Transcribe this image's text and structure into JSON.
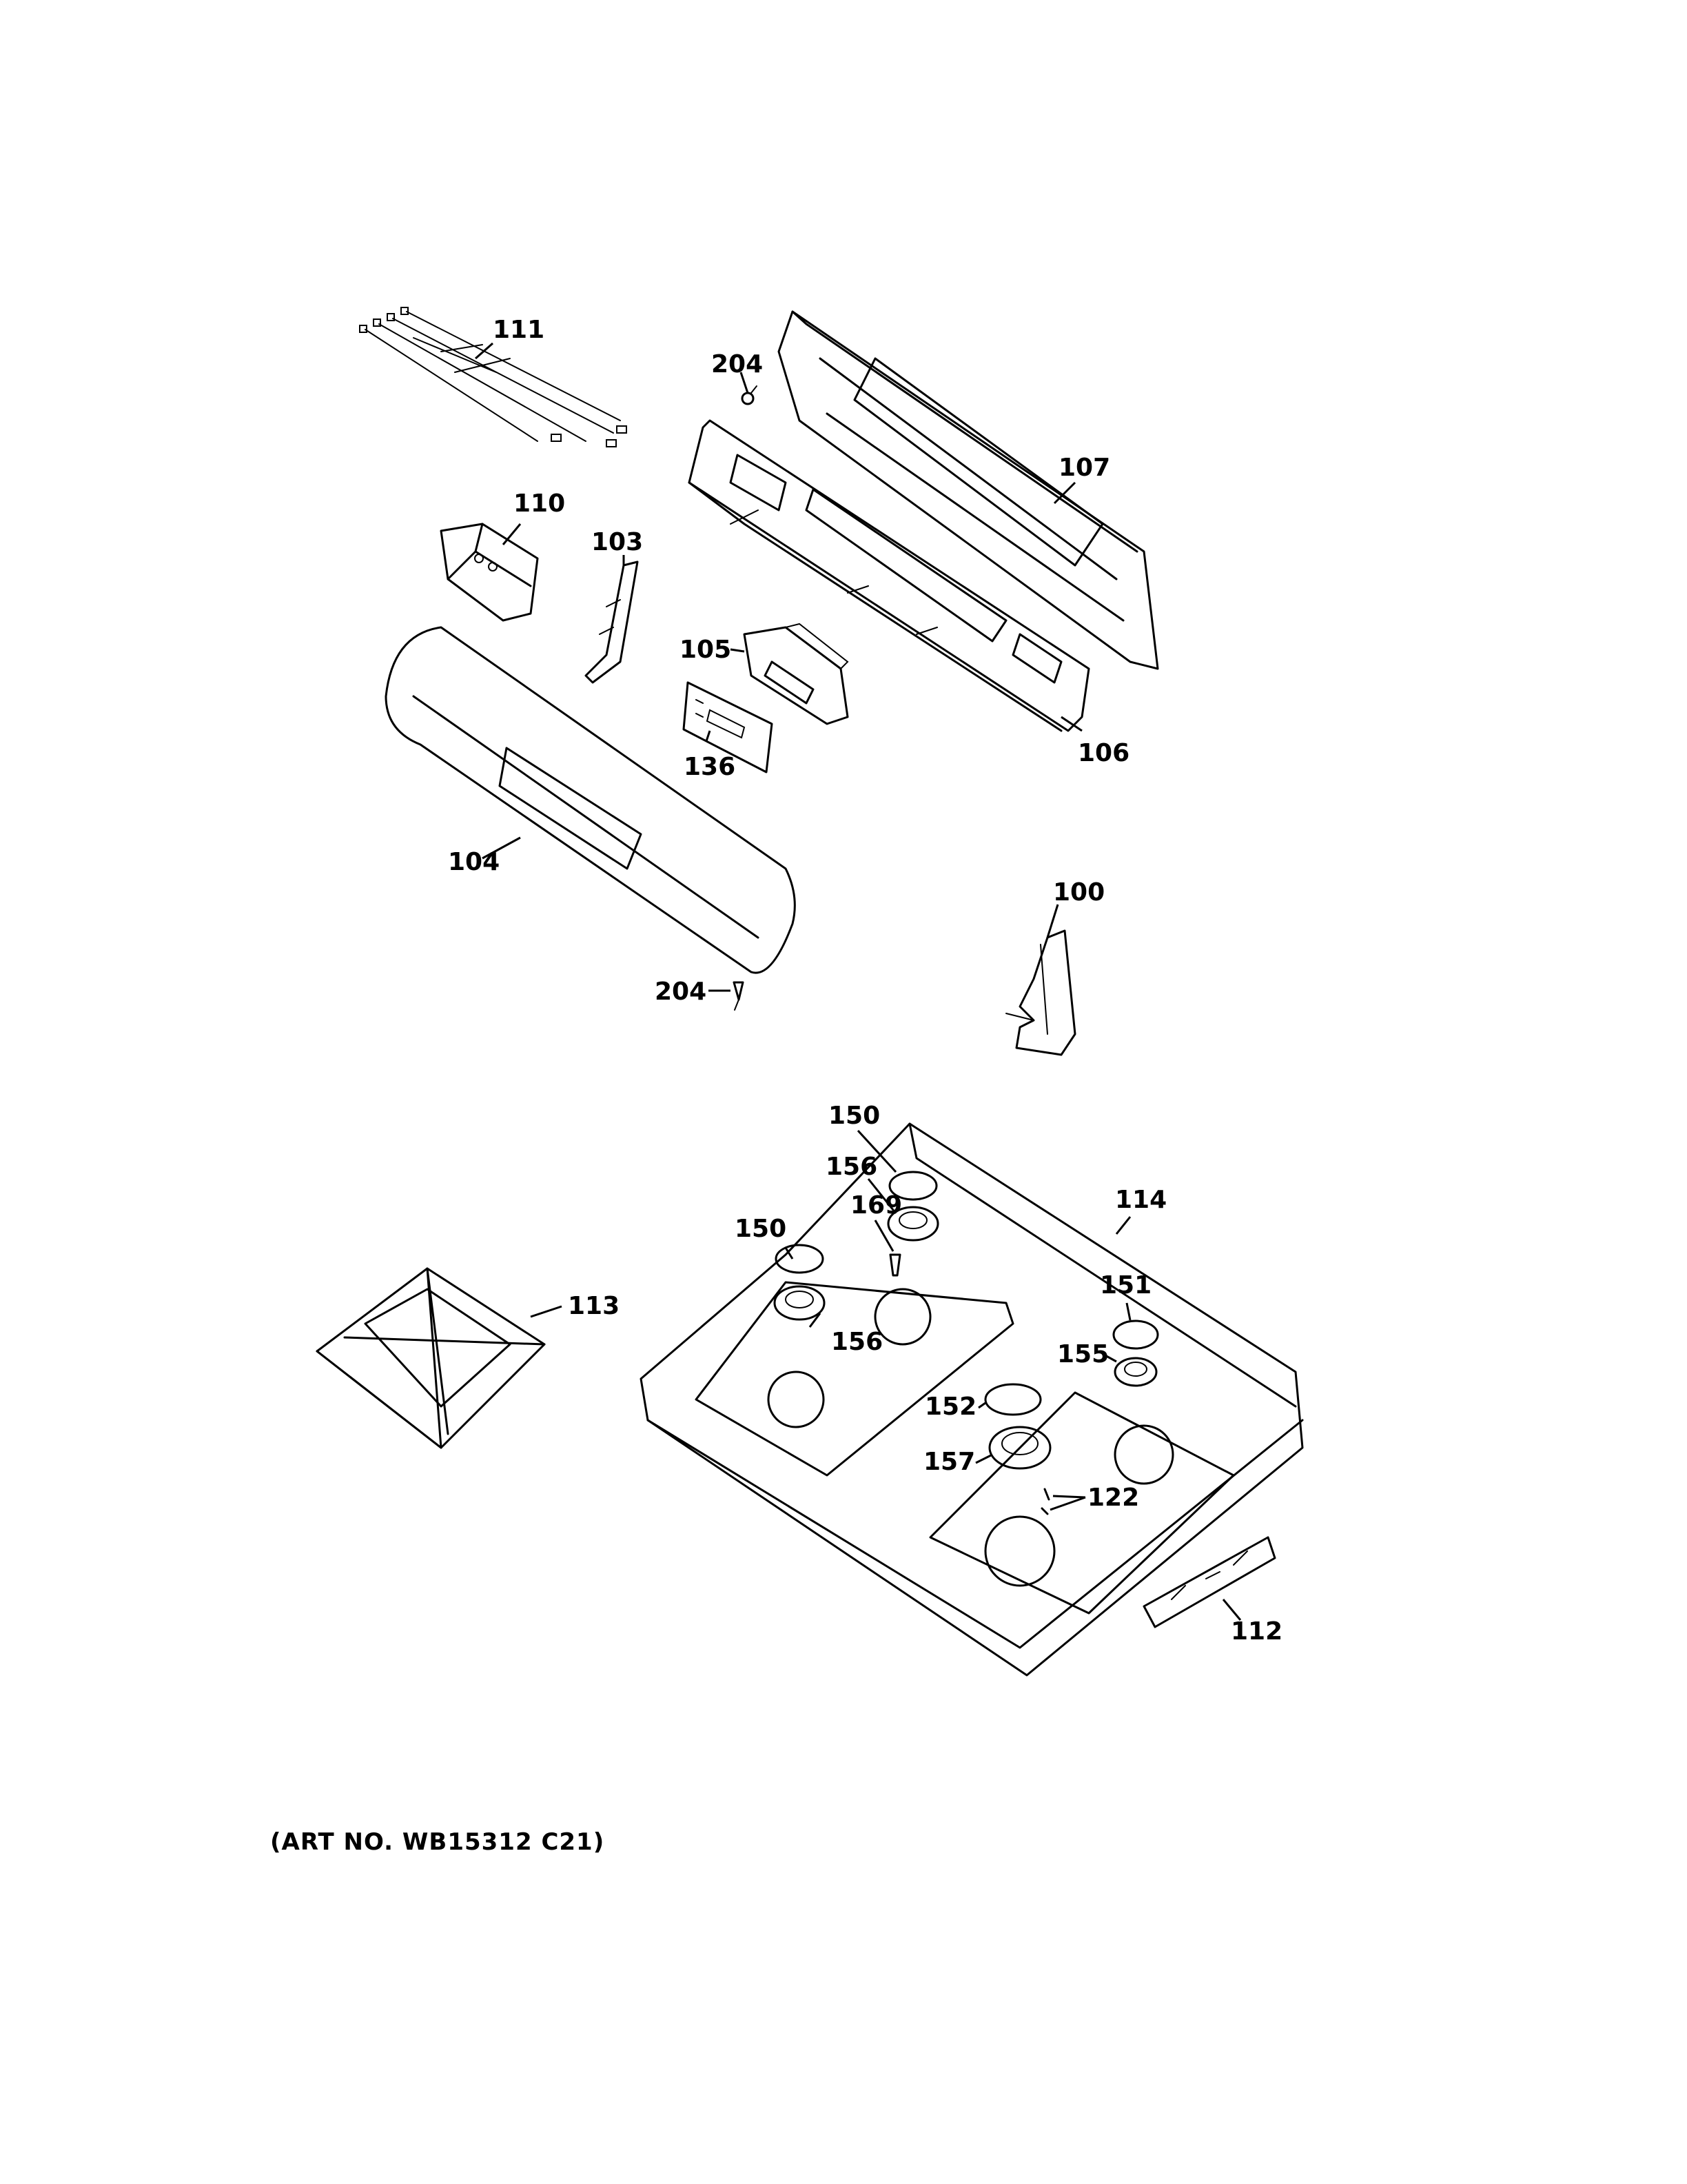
{
  "diagram": {
    "callouts": {
      "c100": "100",
      "c103": "103",
      "c104": "104",
      "c105": "105",
      "c106": "106",
      "c107": "107",
      "c110": "110",
      "c111": "111",
      "c112": "112",
      "c113": "113",
      "c114": "114",
      "c122": "122",
      "c136": "136",
      "c150a": "150",
      "c150b": "150",
      "c151": "151",
      "c152": "152",
      "c155": "155",
      "c156a": "156",
      "c156b": "156",
      "c157": "157",
      "c169": "169",
      "c204a": "204",
      "c204b": "204"
    },
    "art_number": "(ART NO. WB15312 C21)"
  }
}
